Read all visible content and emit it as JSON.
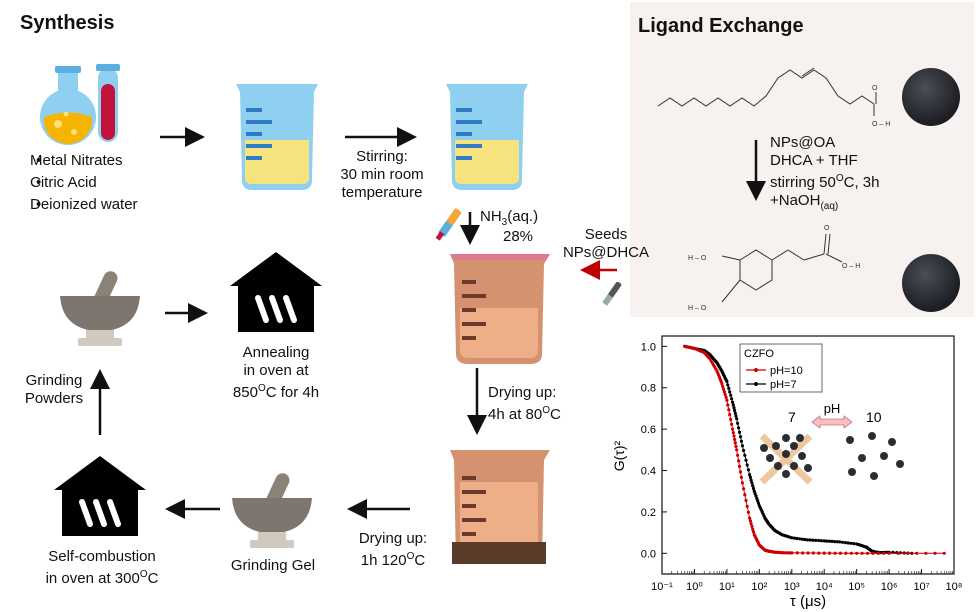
{
  "synthesis": {
    "title": "Synthesis",
    "bullets": [
      "Metal Nitrates",
      "Citric Acid",
      "Deionized water"
    ],
    "step_stirring": [
      "Stirring:",
      "30 min room",
      "temperature"
    ],
    "step_nh3_main": "NH",
    "step_nh3_sub": "3",
    "step_nh3_tail": "(aq.)",
    "step_nh3_pct": "28%",
    "step_drying1_l1": "Drying up:",
    "step_drying1_l2": "4h at 80",
    "step_drying1_sup": "O",
    "step_drying1_unit": "C",
    "step_drying2_l1": "Drying up:",
    "step_drying2_l2": "1h 120",
    "step_drying2_sup": "O",
    "step_drying2_unit": "C",
    "grinding_gel": "Grinding Gel",
    "self_combustion_l1": "Self-combustion",
    "self_combustion_l2": "in oven at 300",
    "self_combustion_sup": "O",
    "self_combustion_unit": "C",
    "grinding_powders": [
      "Grinding",
      "Powders"
    ],
    "annealing_l1": "Annealing",
    "annealing_l2": "in oven at",
    "annealing_l3": "850",
    "annealing_sup": "O",
    "annealing_unit": "C for 4h",
    "seeds": [
      "Seeds",
      "NPs@DHCA"
    ]
  },
  "ligand_exchange": {
    "title": "Ligand Exchange",
    "step_l1": "NPs@OA",
    "step_l2": "DHCA + THF",
    "step_l3_main": "stirring 50",
    "step_l3_sup": "O",
    "step_l3_tail": "C, 3h",
    "step_l4_main": "+NaOH",
    "step_l4_sub": "(aq)",
    "oa_label_o": "O",
    "oa_label_oh": "O – H",
    "dhca_ho_top": "H – O",
    "dhca_ho_bottom": "H – O",
    "dhca_o": "O",
    "dhca_oh": "O – H"
  },
  "chart_data": {
    "type": "line",
    "title": "",
    "xlabel": "τ (μs)",
    "ylabel": "G(τ)²",
    "x_scale": "log",
    "xlim": [
      0.1,
      100000000
    ],
    "ylim": [
      -0.1,
      1.05
    ],
    "x_ticks": [
      "10⁻¹",
      "10⁰",
      "10¹",
      "10²",
      "10³",
      "10⁴",
      "10⁵",
      "10⁶",
      "10⁷",
      "10⁸"
    ],
    "y_ticks": [
      "0.0",
      "0.2",
      "0.4",
      "0.6",
      "0.8",
      "1.0"
    ],
    "legend_title": "CZFO",
    "legend_position": "top-center",
    "series": [
      {
        "name": "pH=10",
        "color": "#cc0000",
        "x": [
          0.5,
          1,
          2,
          3,
          5,
          7,
          10,
          15,
          20,
          30,
          50,
          70,
          100,
          150,
          200,
          300,
          500,
          1000,
          10000,
          100000,
          1000000,
          50000000
        ],
        "y": [
          1.0,
          0.99,
          0.97,
          0.94,
          0.88,
          0.82,
          0.74,
          0.6,
          0.5,
          0.34,
          0.17,
          0.09,
          0.04,
          0.015,
          0.01,
          0.005,
          0.003,
          0.002,
          0.001,
          0.0,
          0.0,
          0.0
        ]
      },
      {
        "name": "pH=7",
        "color": "#000000",
        "x": [
          0.5,
          1,
          2,
          3,
          5,
          7,
          10,
          15,
          20,
          30,
          50,
          70,
          100,
          150,
          200,
          300,
          500,
          1000,
          3000,
          10000,
          30000,
          100000,
          200000,
          300000,
          500000,
          1000000,
          5000000
        ],
        "y": [
          1.0,
          0.99,
          0.98,
          0.96,
          0.92,
          0.88,
          0.83,
          0.73,
          0.65,
          0.52,
          0.38,
          0.3,
          0.23,
          0.17,
          0.14,
          0.11,
          0.09,
          0.075,
          0.065,
          0.06,
          0.055,
          0.045,
          0.03,
          0.01,
          0.003,
          0.005,
          0.0
        ]
      }
    ],
    "annotations": {
      "ph_arrow_label": "pH",
      "left_label": "7",
      "right_label": "10"
    }
  },
  "colors": {
    "ligand_bg": "#f7f1ef",
    "seeds_arrow": "#c00000",
    "beaker_blue": "#7fc6f0",
    "liquid_yellow": "#f7e37e",
    "beaker_brown": "#d49270",
    "nanoparticle": "#2a2d33"
  }
}
